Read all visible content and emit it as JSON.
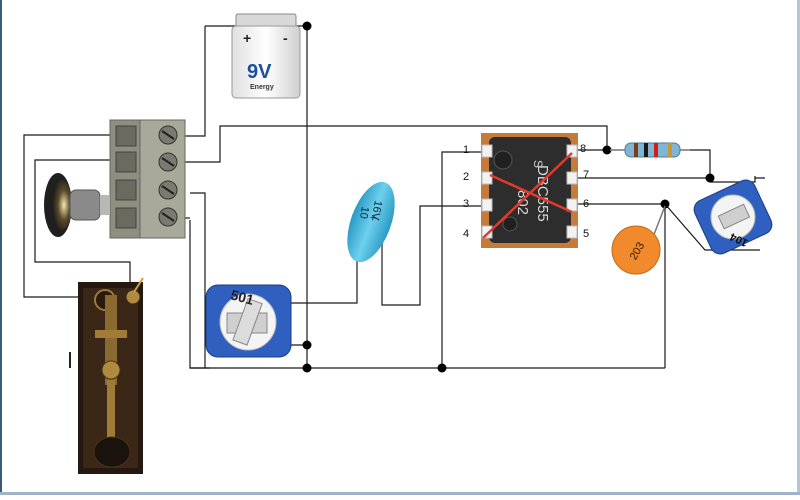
{
  "battery": {
    "voltage_label": "9V",
    "brand": "Energy",
    "plus_symbol": "+",
    "minus_symbol": "-"
  },
  "capacitor_electrolytic": {
    "marking_1": "+",
    "marking_2": "10",
    "marking_3": "16V"
  },
  "ic": {
    "marking_brand": "S",
    "part_number": "DBC555",
    "date_code": "802",
    "pins": [
      "1",
      "2",
      "3",
      "4",
      "5",
      "6",
      "7",
      "8"
    ]
  },
  "trimmer_pot_left": {
    "marking": "501"
  },
  "trimmer_pot_right": {
    "marking": "104"
  },
  "ceramic_capacitor": {
    "marking": "203"
  },
  "colors": {
    "wire": "#1a1a1a",
    "cross_mark": "#e23b2e",
    "ic_body": "#2d2d2d",
    "ic_board": "#c77b3a",
    "pot_blue": "#2f5fbf",
    "cap_blue": "#3ab0d8",
    "ceramic_orange": "#f08a2c",
    "resistor_body": "#7fb6d6",
    "terminal_block": "#9a9a8a"
  }
}
